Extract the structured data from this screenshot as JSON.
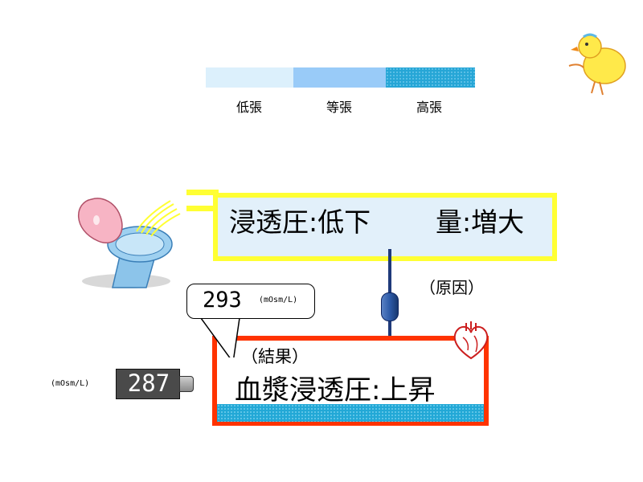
{
  "legend": {
    "items": [
      {
        "label": "低張",
        "color": "#dcf0fc"
      },
      {
        "label": "等張",
        "color": "#99cbf8"
      },
      {
        "label": "高張",
        "color": "#26a6d6"
      }
    ]
  },
  "urine": {
    "osmotic_text": "浸透圧:低下",
    "volume_text": "量:増大",
    "border_color": "#ffff33"
  },
  "cause": {
    "label": "（原因）"
  },
  "bubble": {
    "value": "293",
    "unit": "(mOsm/L)"
  },
  "plasma": {
    "result_label": "（結果）",
    "text": "血漿浸透圧:上昇",
    "border_color": "#ff3300"
  },
  "gauge": {
    "value": "287",
    "unit": "(mOsm/L)"
  }
}
